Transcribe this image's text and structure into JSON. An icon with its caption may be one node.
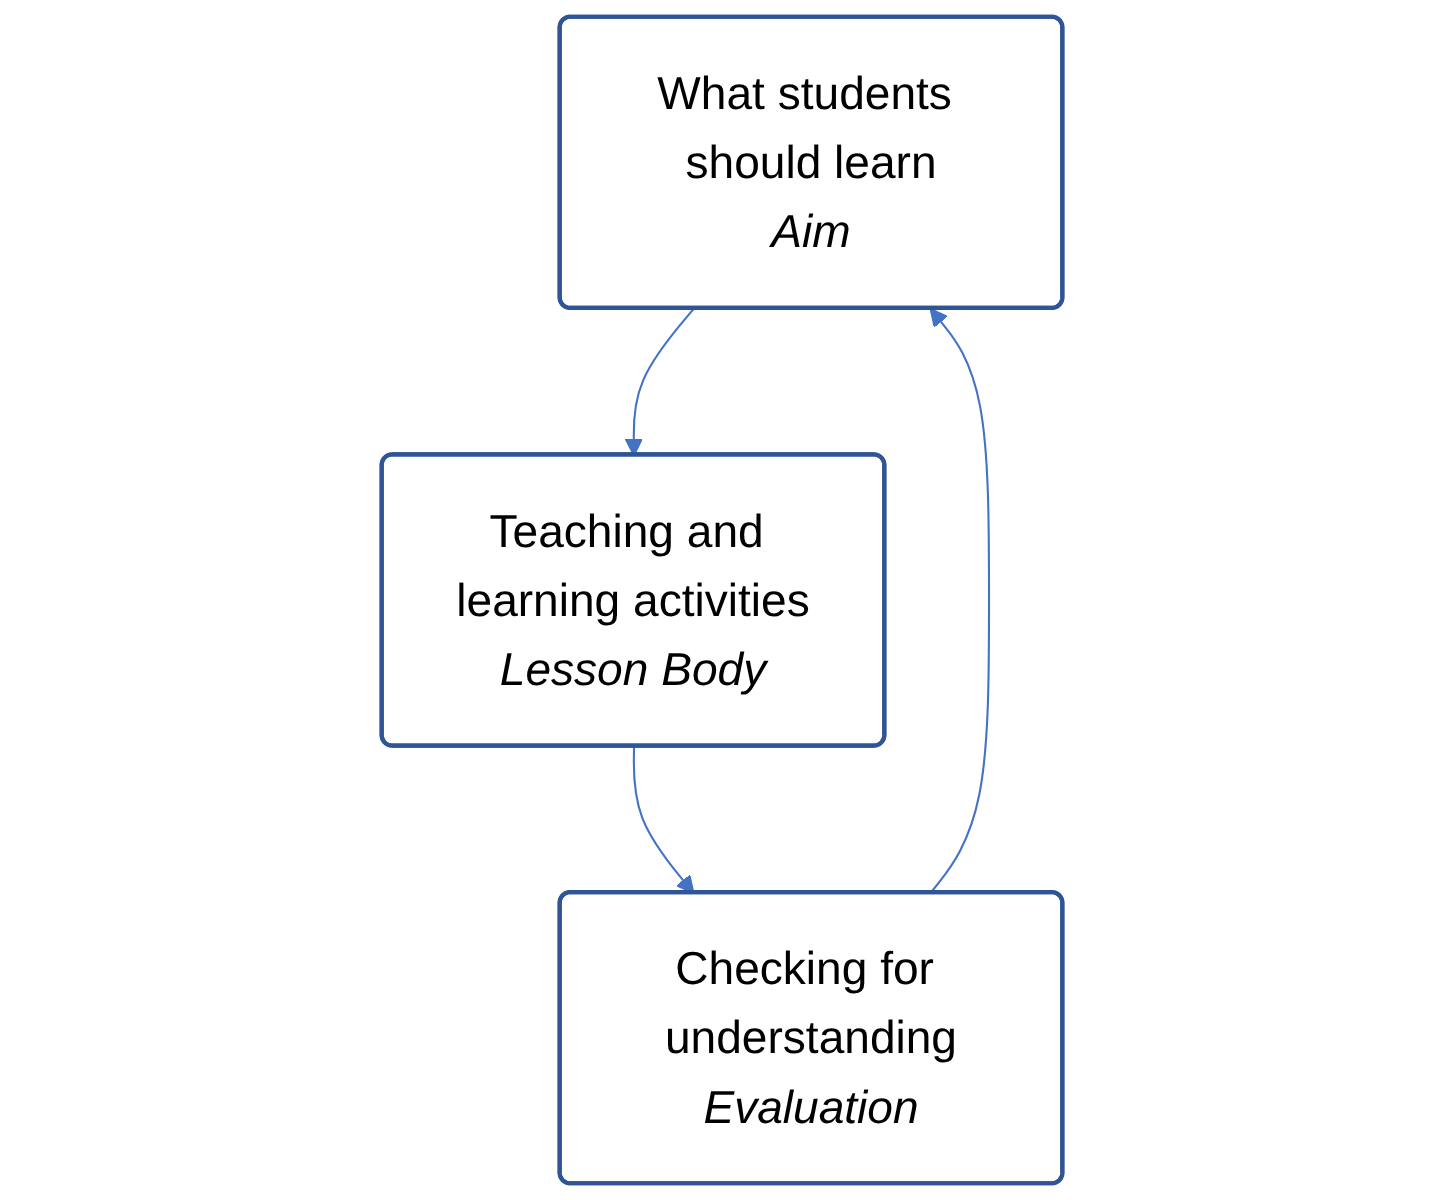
{
  "diagram": {
    "nodes": [
      {
        "text": [
          "What students should learn",
          "Aim"
        ]
      },
      {
        "text": [
          "Teaching and learning activities",
          "Lesson Body"
        ]
      },
      {
        "text": [
          "Checking for understanding",
          "Evaluation"
        ]
      }
    ],
    "edges": [
      {
        "from": 0,
        "to": 1,
        "arrow": "to"
      },
      {
        "from": 1,
        "to": 2,
        "arrow": "to"
      },
      {
        "from": 2,
        "to": 0,
        "arrow": "to"
      }
    ]
  }
}
